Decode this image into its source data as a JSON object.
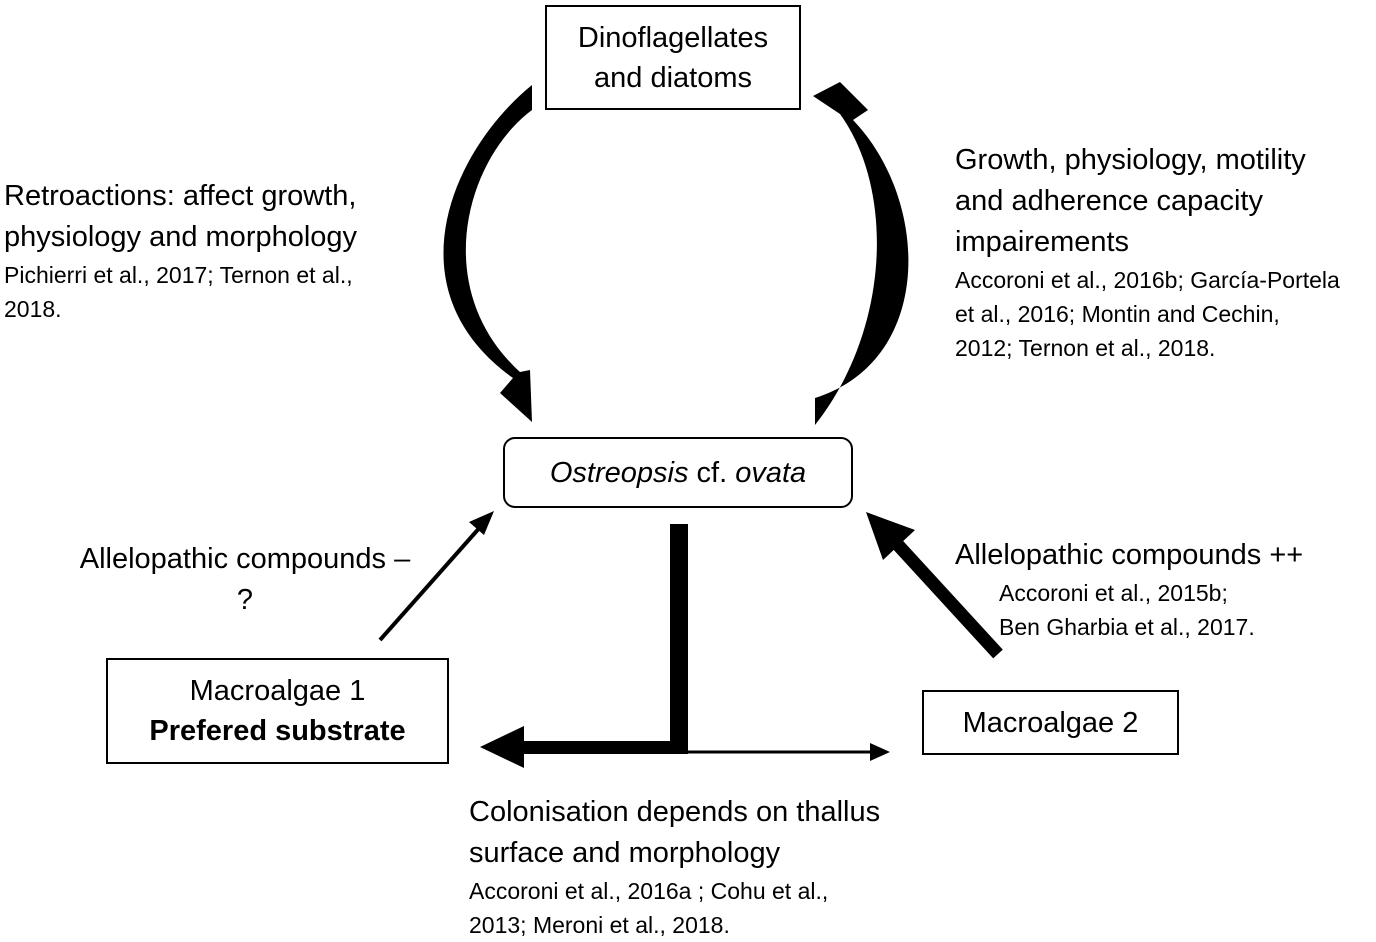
{
  "nodes": {
    "dino": {
      "line1": "Dinoflagellates",
      "line2": "and diatoms"
    },
    "ostreopsis": {
      "genus": "Ostreopsis",
      "cf": " cf. ",
      "species": "ovata"
    },
    "macro1": {
      "line1": "Macroalgae 1",
      "line2": "Prefered substrate"
    },
    "macro2": {
      "line1": "Macroalgae 2"
    }
  },
  "labels": {
    "retroactions": {
      "lines": [
        "Retroactions: affect growth,",
        "physiology and morphology"
      ],
      "refs": [
        "Pichierri et al., 2017; Ternon et al.,",
        "2018."
      ]
    },
    "growth": {
      "lines": [
        "Growth, physiology, motility",
        "and adherence capacity",
        "impairements"
      ],
      "refs": [
        "Accoroni et al., 2016b; García-Portela",
        "et al., 2016; Montin and Cechin,",
        "2012; Ternon et al., 2018."
      ]
    },
    "allelo_minus": {
      "lines": [
        "Allelopathic compounds –",
        "?"
      ]
    },
    "allelo_plus": {
      "lines": [
        "Allelopathic compounds ++"
      ],
      "refs": [
        "Accoroni et al., 2015b;",
        "Ben Gharbia et al., 2017."
      ]
    },
    "colonisation": {
      "lines": [
        "Colonisation depends on thallus",
        "surface and morphology"
      ],
      "refs": [
        "Accoroni et al., 2016a ; Cohu et al.,",
        "2013; Meroni et al., 2018."
      ]
    }
  },
  "colors": {
    "stroke": "#000000",
    "background": "#ffffff"
  }
}
